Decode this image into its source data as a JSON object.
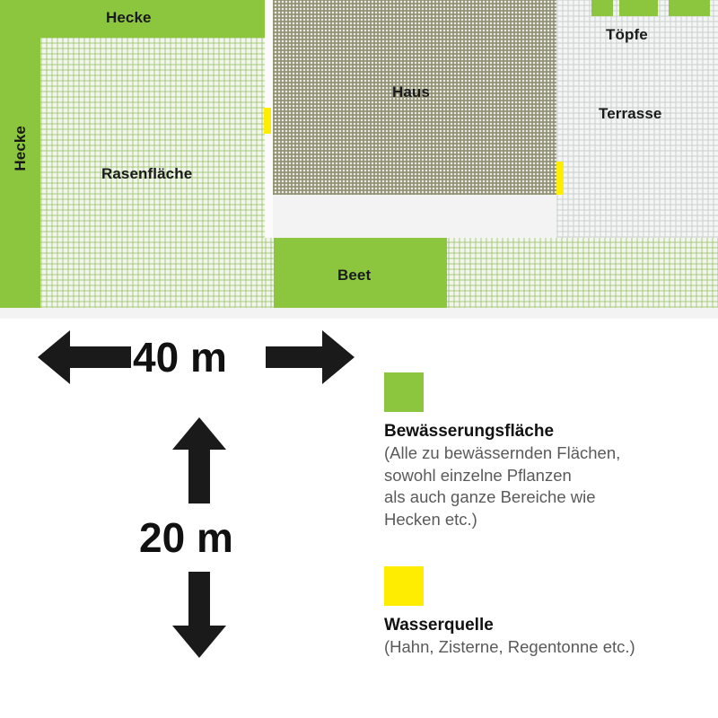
{
  "plan": {
    "regions": [
      {
        "key": "hedge_top",
        "label": "Hecke",
        "fill": "#8cc63f",
        "orientation": "horizontal"
      },
      {
        "key": "hedge_left",
        "label": "Hecke",
        "fill": "#8cc63f",
        "orientation": "vertical"
      },
      {
        "key": "lawn",
        "label": "Rasenfläche",
        "fill": "#f3f6ee",
        "orientation": "horizontal"
      },
      {
        "key": "house",
        "label": "Haus",
        "fill": "#e8e9e1",
        "orientation": "horizontal"
      },
      {
        "key": "terrace",
        "label": "Terrasse",
        "fill": "#f4f5f5",
        "orientation": "horizontal"
      },
      {
        "key": "pots",
        "label": "Töpfe",
        "fill": "#8cc63f",
        "orientation": "horizontal"
      },
      {
        "key": "bed",
        "label": "Beet",
        "fill": "#8cc63f",
        "orientation": "horizontal"
      }
    ],
    "water_sources": [
      {
        "key": "tap_house_west",
        "fill": "#ffed00"
      },
      {
        "key": "tap_house_east",
        "fill": "#ffed00"
      }
    ],
    "pot_count": 3
  },
  "dimensions": {
    "width_label": "40 m",
    "height_label": "20 m",
    "arrow_color": "#1a1a1a"
  },
  "legend": {
    "items": [
      {
        "swatch_color": "#8cc63f",
        "title": "Bewässerungsfläche",
        "description": "(Alle zu bewässernden Flächen,\nsowohl einzelne Pflanzen\nals auch ganze Bereiche wie\nHecken etc.)"
      },
      {
        "swatch_color": "#ffed00",
        "title": "Wasserquelle",
        "description": "(Hahn, Zisterne, Regentonne etc.)"
      }
    ]
  }
}
